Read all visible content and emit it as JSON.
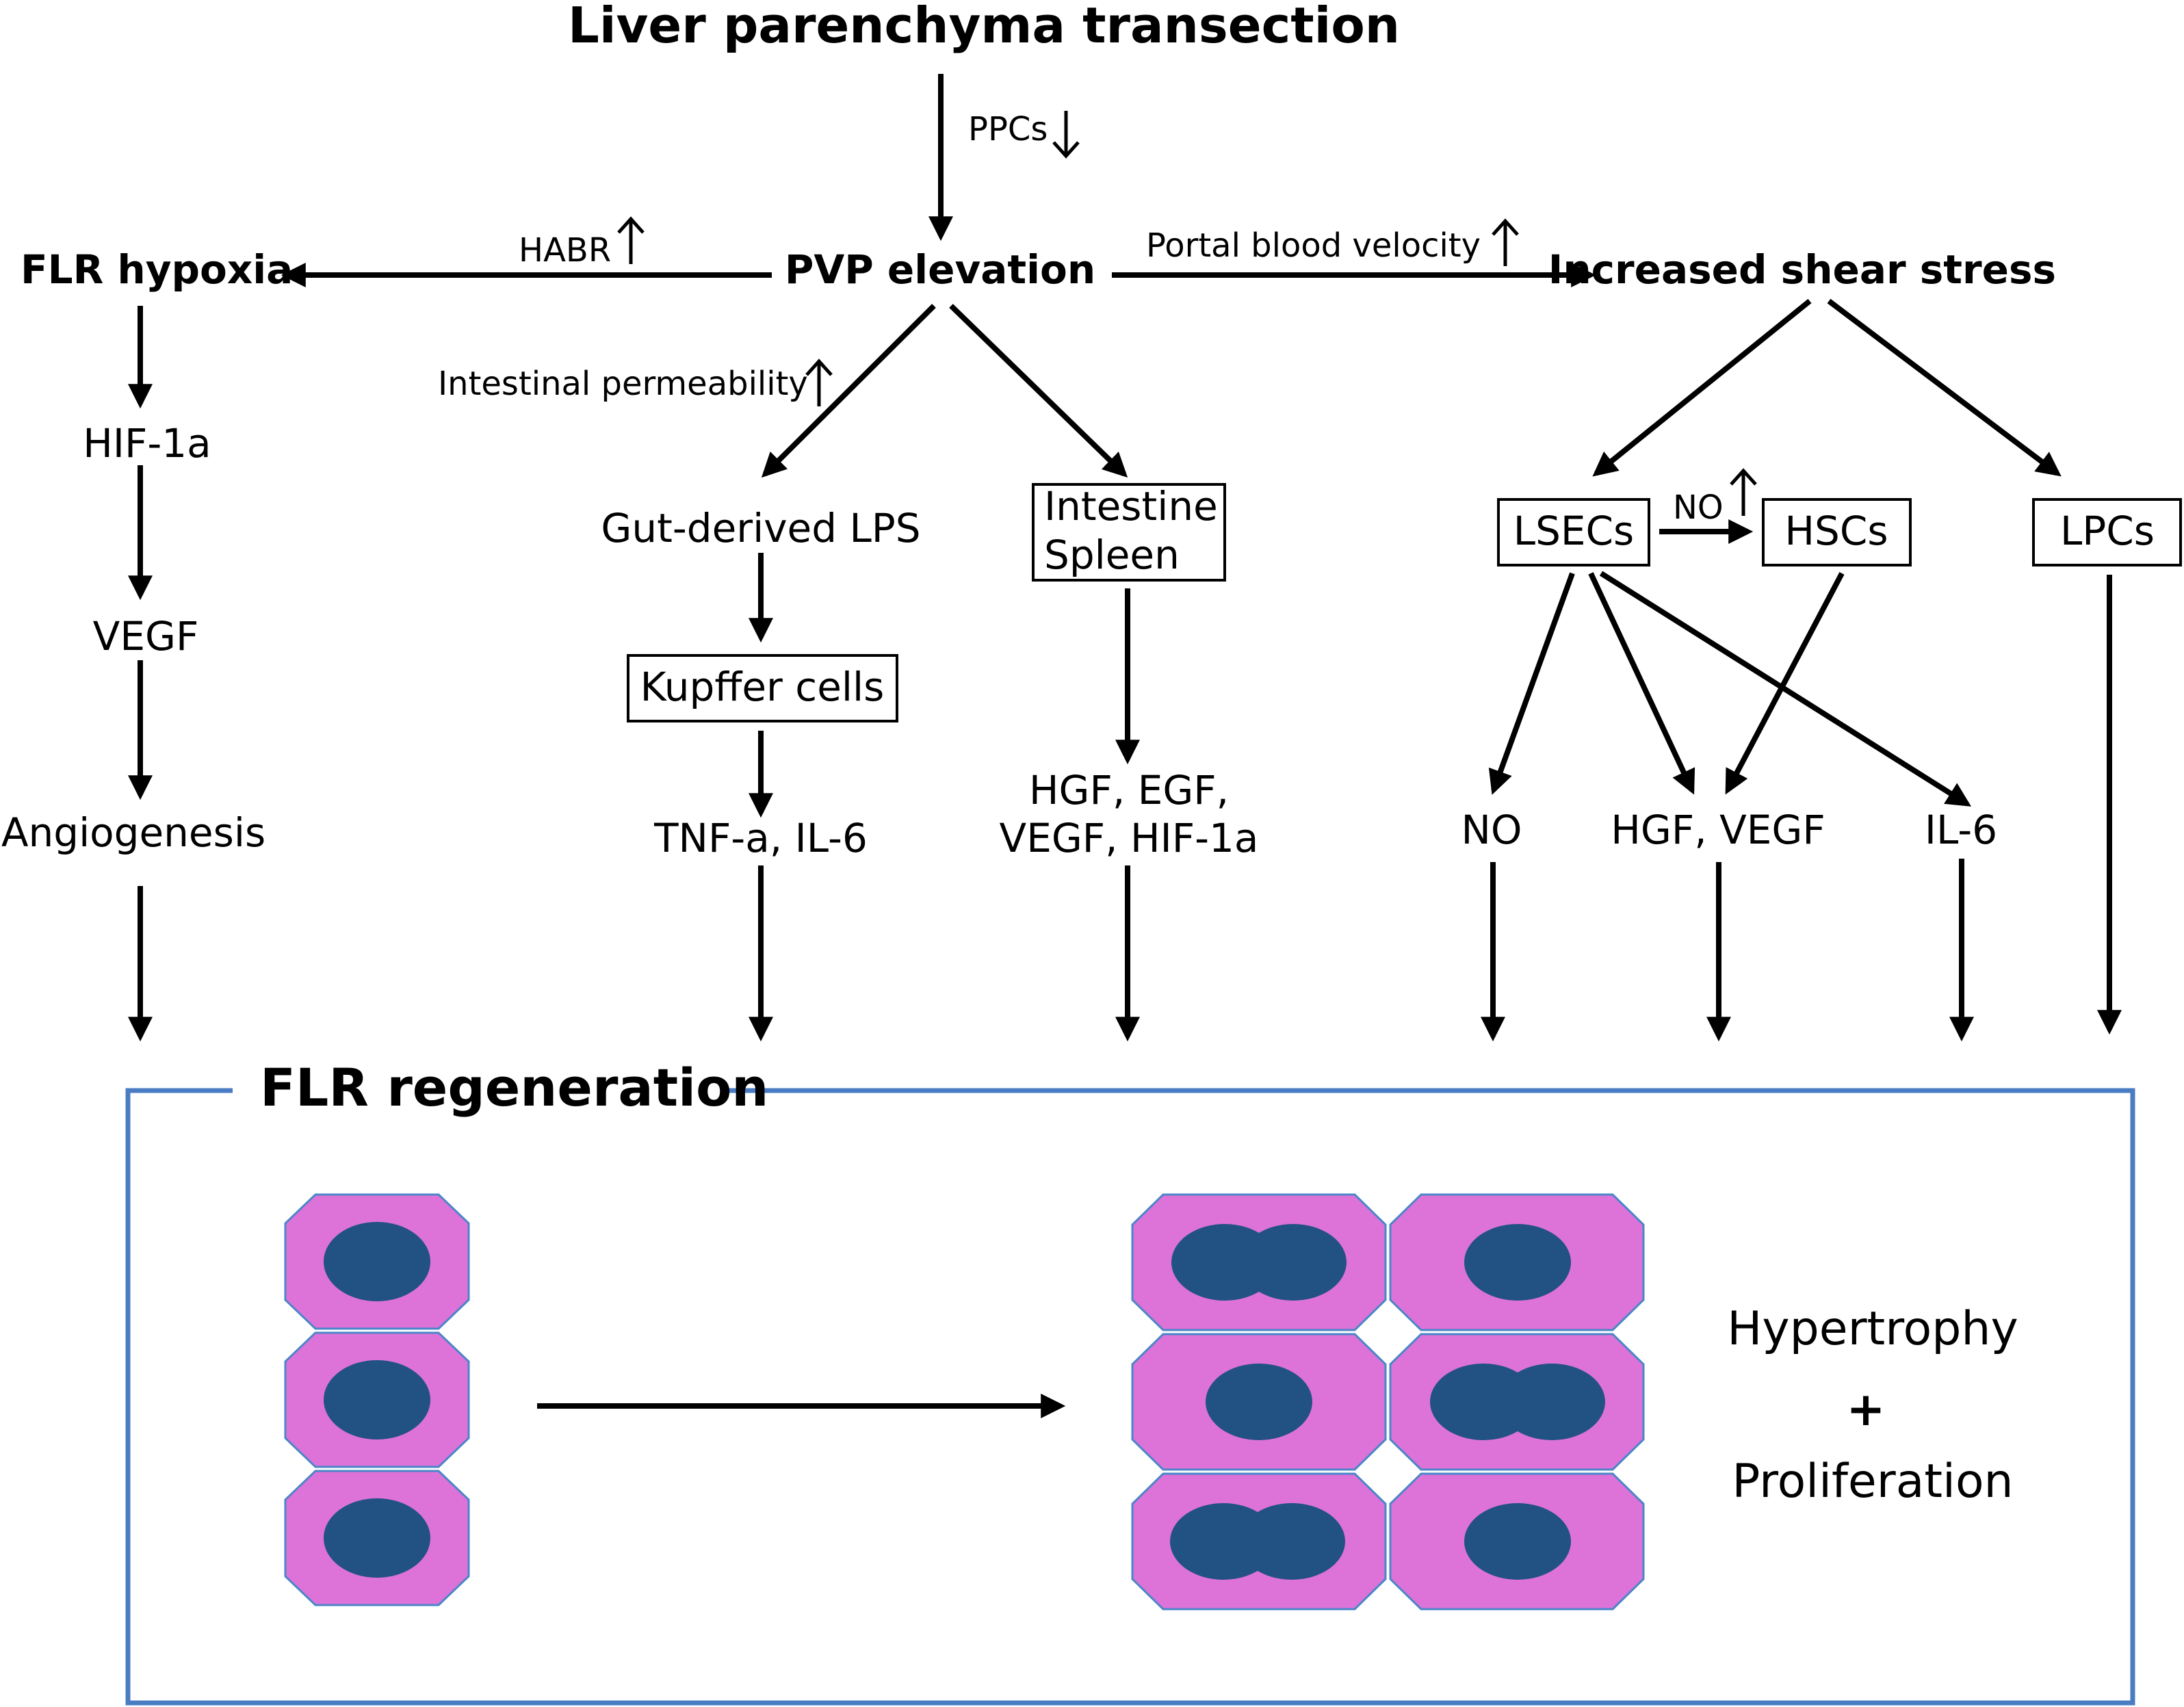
{
  "title": "Liver parenchyma transection",
  "edge_labels": {
    "ppcs": "PPCs",
    "habr": "HABR",
    "portal_velocity": "Portal blood velocity",
    "intestinal_permeability": "Intestinal permeability",
    "no_up": "NO"
  },
  "nodes": {
    "pvp": "PVP elevation",
    "flr_hypoxia": "FLR hypoxia",
    "shear_stress": "Increased shear stress",
    "hif": "HIF-1a",
    "vegf": "VEGF",
    "angiogenesis": "Angiogenesis",
    "gut_lps": "Gut-derived LPS",
    "kupffer": "Kupffer cells",
    "tnf_il6": "TNF-a, IL-6",
    "intestine": "Intestine",
    "spleen": "Spleen",
    "growth_factors_1": "HGF, EGF,",
    "growth_factors_2": "VEGF, HIF-1a",
    "lsecs": "LSECs",
    "hscs": "HSCs",
    "lpcs": "LPCs",
    "no": "NO",
    "hgf_vegf": "HGF, VEGF",
    "il6": "IL-6"
  },
  "regeneration": {
    "title": "FLR regeneration",
    "result_1": "Hypertrophy",
    "plus": "+",
    "result_2": "Proliferation"
  },
  "colors": {
    "frame": "#4a7cc4",
    "cell_fill": "#dd72d8",
    "cell_border": "#4a86c8",
    "nucleus": "#215283",
    "arrow": "#000000"
  },
  "icons": {
    "increase": "up-arrow-icon",
    "decrease": "down-arrow-icon"
  }
}
